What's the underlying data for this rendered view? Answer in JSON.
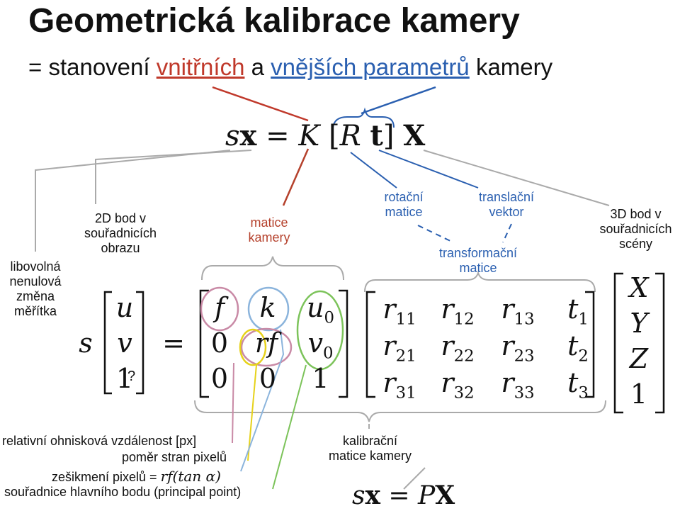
{
  "title": "Geometrická kalibrace kamery",
  "subtitle": {
    "prefix": "= stanovení ",
    "intrinsic": "vnitřních",
    "middle": " a ",
    "extrinsic": "vnějších parametrů",
    "suffix": " kamery"
  },
  "equation_top": {
    "s": "s",
    "x": "x",
    "eq": "=",
    "K": "K",
    "lb": "[",
    "R": "R",
    "t": "t",
    "rb": "]",
    "X": "X"
  },
  "labels": {
    "scale": [
      "libovolná",
      "nenulová",
      "změna",
      "měřítka"
    ],
    "image_point": [
      "2D bod v",
      "souřadnicích",
      "obrazu"
    ],
    "camera_matrix": [
      "matice",
      "kamery"
    ],
    "rotation": [
      "rotační",
      "matice"
    ],
    "translation": [
      "translační",
      "vektor"
    ],
    "transformation": [
      "transformační",
      "matice"
    ],
    "scene_point": [
      "3D bod v",
      "souřadnicích",
      "scény"
    ]
  },
  "matrix": {
    "s": "s",
    "eq": "=",
    "uv": [
      "u",
      "v",
      "1"
    ],
    "uv_note": "?",
    "K": [
      [
        "f",
        "k",
        "u0"
      ],
      [
        "0",
        "rf",
        "v0"
      ],
      [
        "0",
        "0",
        "1"
      ]
    ],
    "RT": [
      [
        "r11",
        "r12",
        "r13",
        "t1"
      ],
      [
        "r21",
        "r22",
        "r23",
        "t2"
      ],
      [
        "r31",
        "r32",
        "r33",
        "t3"
      ]
    ],
    "X": [
      "X",
      "Y",
      "Z",
      "1"
    ]
  },
  "bottom": {
    "focal": "relativní ohnisková vzdálenost [px]",
    "aspect": "poměr stran pixelů",
    "skew": "zešikmení pixelů =",
    "skew_formula": "rf(tan α)",
    "principal": "souřadnice hlavního bodu (principal point)",
    "calib": [
      "kalibrační",
      "matice kamery"
    ],
    "eq2": {
      "s": "s",
      "x": "x",
      "eq": "=",
      "P": "P",
      "X": "X"
    }
  },
  "colors": {
    "red": "#c0392b",
    "blue": "#2a5fb0",
    "pink": "#c98aa6",
    "yellow": "#e6d21a",
    "lightblue": "#8bb4dc",
    "green": "#7cc35a",
    "gray": "#aaaaaa"
  }
}
